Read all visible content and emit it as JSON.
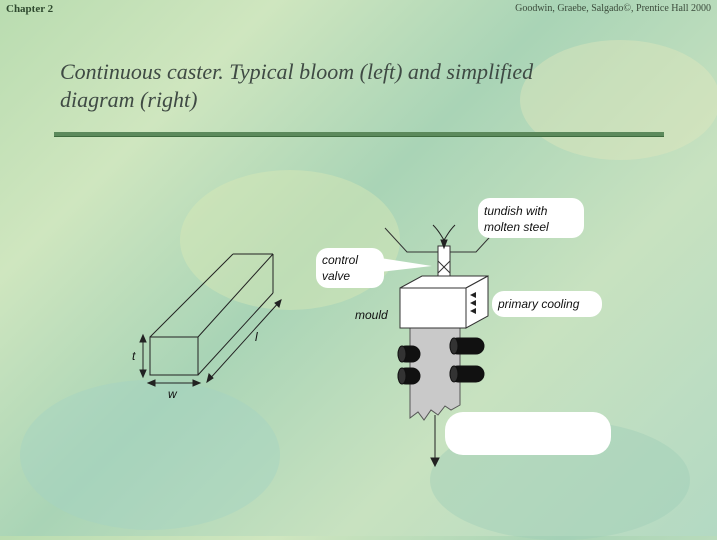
{
  "header": {
    "chapter": "Chapter 2",
    "credit": "Goodwin, Graebe, Salgado©, Prentice Hall 2000"
  },
  "slide": {
    "title_line1": "Continuous caster.  Typical bloom (left) and simplified",
    "title_line2": "diagram (right)"
  },
  "bloom_labels": {
    "length": "l",
    "thickness": "t",
    "width": "w"
  },
  "caster_labels": {
    "tundish_line1": "tundish with",
    "tundish_line2": "molten steel",
    "control_line1": "control",
    "control_line2": "valve",
    "mould": "mould",
    "primary_cooling": "primary cooling"
  }
}
